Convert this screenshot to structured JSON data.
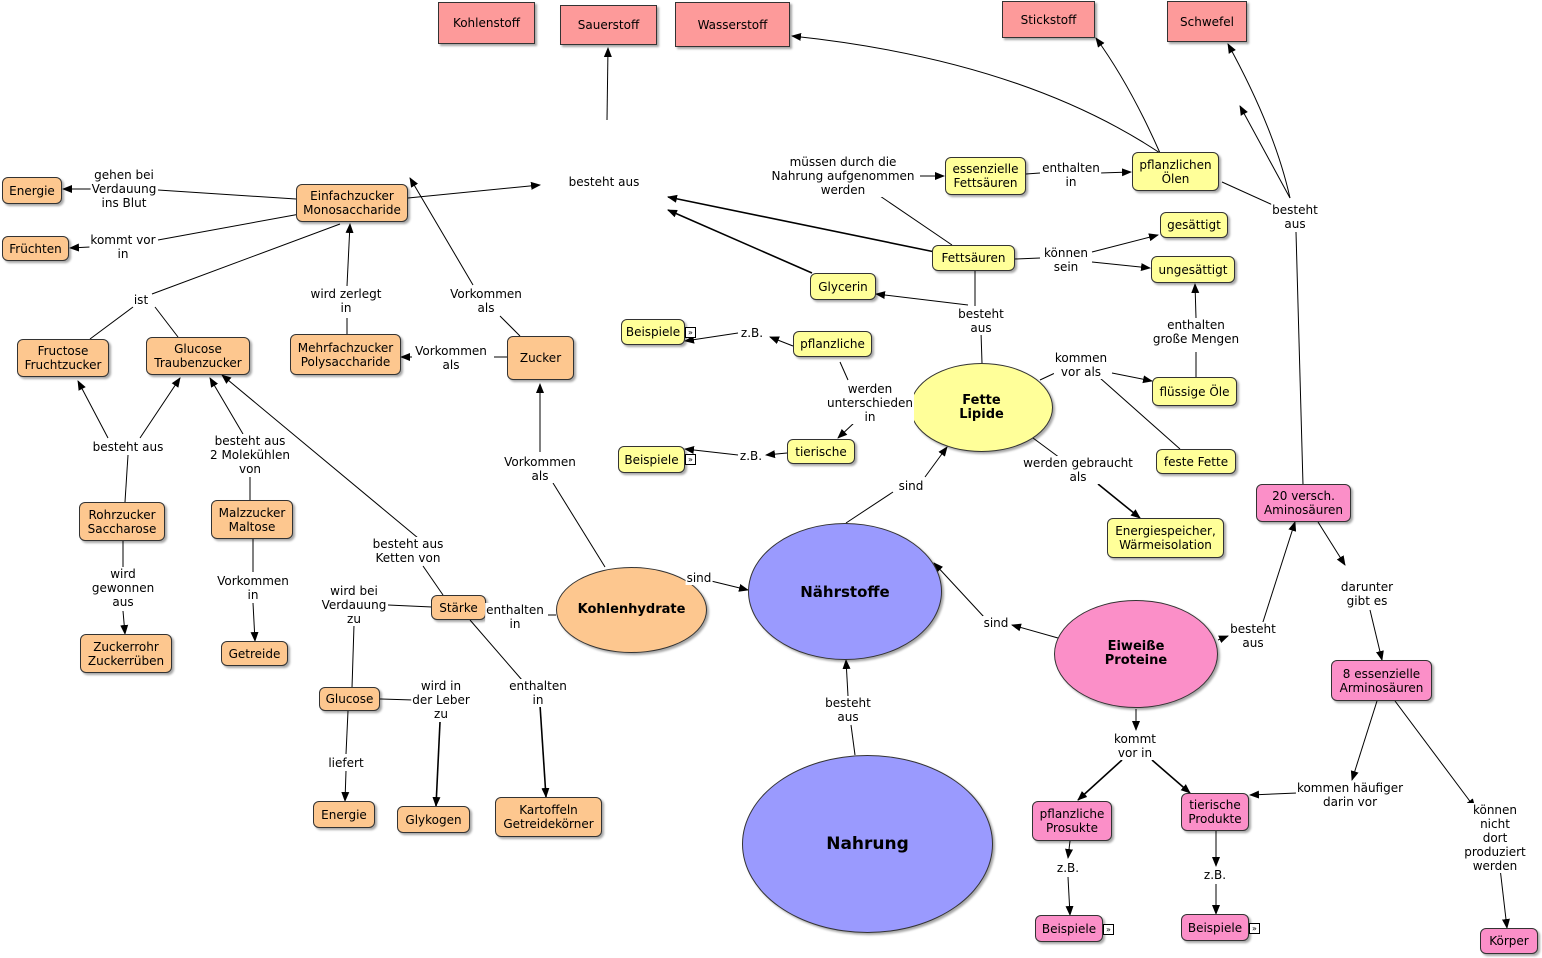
{
  "nodes": {
    "nahrung": "Nahrung",
    "naehrstoffe": "Nährstoffe",
    "kohlenhydrate": "Kohlenhydrate",
    "fette": "Fette\nLipide",
    "eiweisse": "Eiweiße\nProteine",
    "kohlenstoff": "Kohlenstoff",
    "sauerstoff": "Sauerstoff",
    "wasserstoff": "Wasserstoff",
    "stickstoff": "Stickstoff",
    "schwefel": "Schwefel",
    "energie1": "Energie",
    "fruechten": "Früchten",
    "einfachzucker": "Einfachzucker\nMonosaccharide",
    "fructose": "Fructose\nFruchtzucker",
    "glucose_tz": "Glucose\nTraubenzucker",
    "mehrfachzucker": "Mehrfachzucker\nPolysaccharide",
    "zucker": "Zucker",
    "rohrzucker": "Rohrzucker\nSaccharose",
    "malzzucker": "Malzzucker\nMaltose",
    "zuckerrohr": "Zuckerrohr\nZuckerrüben",
    "getreide": "Getreide",
    "staerke": "Stärke",
    "glucose": "Glucose",
    "energie2": "Energie",
    "glykogen": "Glykogen",
    "kartoffeln": "Kartoffeln\nGetreidekörner",
    "essenzielle_fs": "essenzielle\nFettsäuren",
    "pflanzl_oelen": "pflanzlichen\nÖlen",
    "gesaettigt": "gesättigt",
    "ungesaettigt": "ungesättigt",
    "fettsaeuren": "Fettsäuren",
    "glycerin": "Glycerin",
    "beispiele1": "Beispiele",
    "pflanzliche": "pflanzliche",
    "beispiele2": "Beispiele",
    "tierische": "tierische",
    "fluessige_oele": "flüssige Öle",
    "feste_fette": "feste Fette",
    "energiespeicher": "Energiespeicher,\nWärmeisolation",
    "aminosaeuren20": "20 versch.\nAminosäuren",
    "aminosaeuren8": "8 essenzielle\nArminosäuren",
    "pflanzl_prosukte": "pflanzliche\nProsukte",
    "tierische_produkte": "tierische\nProdukte",
    "beispiele3": "Beispiele",
    "beispiele4": "Beispiele",
    "koerper": "Körper"
  },
  "links": {
    "besteht_aus_top": "besteht aus",
    "gehen_bei": "gehen bei\nVerdauung\nins Blut",
    "kommt_vor_in1": "kommt vor\nin",
    "ist": "ist",
    "wird_zerlegt": "wird zerlegt\nin",
    "vorkommen_als1": "Vorkommen\nals",
    "vorkommen_als2": "Vorkommen\nals",
    "besteht_aus_fr": "besteht aus",
    "besteht_aus_2mol": "besteht aus\n2 Molekühlen\nvon",
    "besteht_aus_ketten": "besteht aus\nKetten von",
    "vorkommen_als3": "Vorkommen\nals",
    "wird_gewonnen": "wird\ngewonnen\naus",
    "vorkommen_in": "Vorkommen\nin",
    "wird_bei_verdauung": "wird bei\nVerdauung\nzu",
    "enthalten_in1": "enthalten\nin",
    "wird_in_leber": "wird in\nder Leber\nzu",
    "enthalten_in2": "enthalten\nin",
    "liefert": "liefert",
    "sind1": "sind",
    "sind2": "sind",
    "sind3": "sind",
    "besteht_aus_nahrung": "besteht\naus",
    "muessen_durch": "müssen durch die\nNahrung aufgenommen\nwerden",
    "enthalten_in3": "enthalten\nin",
    "koennen_sein": "können\nsein",
    "besteht_aus_fette": "besteht\naus",
    "zb1": "z.B.",
    "zb2": "z.B.",
    "werden_unterschieden": "werden\nunterschieden\nin",
    "kommen_vor_als": "kommen\nvor als",
    "enthalten_grosse": "enthalten\ngroße Mengen",
    "werden_gebraucht": "werden gebraucht\nals",
    "besteht_aus_amino": "besteht\naus",
    "besteht_aus_eiweiss": "besteht\naus",
    "darunter_gibt": "darunter\ngibt es",
    "kommt_vor_in2": "kommt\nvor in",
    "kommen_haeufiger": "kommen häufiger\ndarin vor",
    "koennen_nicht": "können nicht\ndort\nproduziert\nwerden",
    "zb3": "z.B.",
    "zb4": "z.B."
  },
  "colors": {
    "carbohydrate": "#fdc78f",
    "fat": "#ffff99",
    "protein": "#fb8fc8",
    "element": "#fd9a9a",
    "core": "#9a9afe"
  },
  "icons": {
    "external_link": "double-chevron-right-icon"
  }
}
